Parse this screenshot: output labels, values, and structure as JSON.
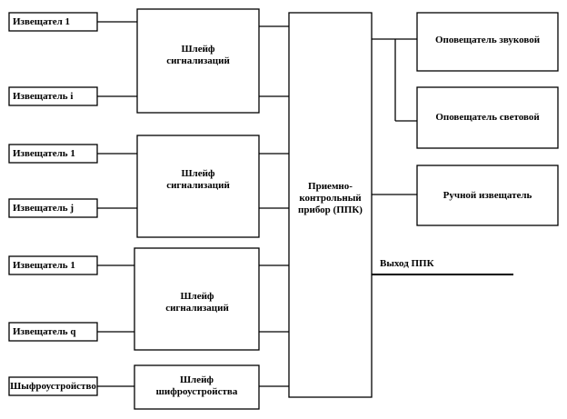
{
  "detectors": {
    "g1_top": "Извещател 1",
    "g1_bottom": "Извещатель i",
    "g2_top": "Извещатель 1",
    "g2_bottom": "Извещатель j",
    "g3_top": "Извещатель 1",
    "g3_bottom": "Извещатель q",
    "encoder": "Шыфроустройство"
  },
  "loops": {
    "loop1": "Шлейф сигнализаций",
    "loop2": "Шлейф сигнализаций",
    "loop3": "Шлейф сигнализаций",
    "encoder_loop": "Шлейф шифроустройства"
  },
  "panel": {
    "label": "Приемно-контрольный прибор (ППК)"
  },
  "outputs": {
    "sound": "Оповещатель звуковой",
    "light": "Оповещатель световой",
    "manual": "Ручной извещатель",
    "ppk_output": "Выход ППК"
  }
}
